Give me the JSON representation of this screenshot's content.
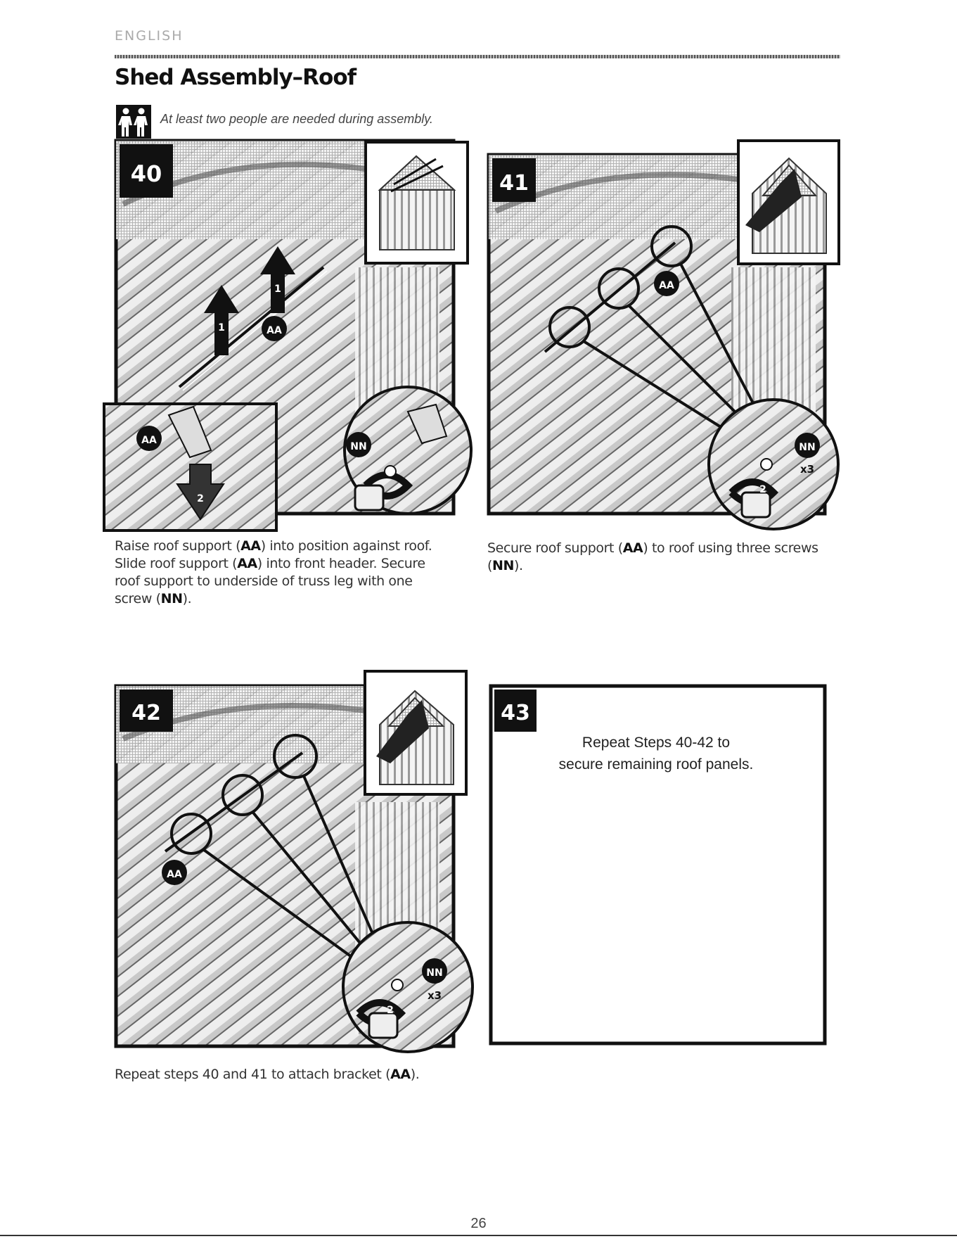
{
  "header": {
    "language": "ENGLISH",
    "title": "Shed Assembly–Roof",
    "warning": "At least two people are needed during assembly."
  },
  "steps": [
    {
      "number": "40",
      "callouts": [
        "AA",
        "AA",
        "NN"
      ],
      "arrows": [
        "1",
        "1",
        "2"
      ],
      "caption_parts": [
        "Raise roof support (",
        "AA",
        ") into position against roof. Slide roof support (",
        "AA",
        ") into front header. Secure roof support to underside of truss leg with one screw (",
        "NN",
        ")."
      ]
    },
    {
      "number": "41",
      "callouts": [
        "AA",
        "NN"
      ],
      "quantity": "x3",
      "arrow": "2",
      "caption_parts": [
        "Secure roof support (",
        "AA",
        ") to roof using three screws (",
        "NN",
        ")."
      ]
    },
    {
      "number": "42",
      "callouts": [
        "AA",
        "NN"
      ],
      "quantity": "x3",
      "arrow": "2",
      "caption_parts": [
        "Repeat steps 40 and 41 to attach bracket (",
        "AA",
        ")."
      ]
    },
    {
      "number": "43",
      "text_line1": "Repeat Steps 40-42 to",
      "text_line2": "secure remaining roof panels."
    }
  ],
  "page_number": "26"
}
